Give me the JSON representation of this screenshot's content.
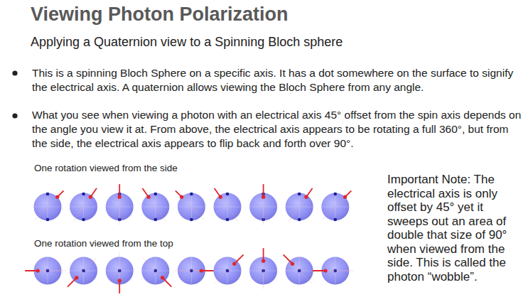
{
  "diagram": {
    "title": "Viewing Photon Polarization",
    "labels": [
      "Applying a Quaternion view to a Spinning Bloch sphere",
      "This is a spinning Bloch Sphere on a specific axis. It has a dot somewhere on the surface to signify the electrical axis. A quaternion allows viewing the Bloch Sphere from any angle.",
      "What you see when viewing a photon with an electrical axis 45° offset from the spin axis depends on the angle you view it at. From above, the electrical axis appears to be rotating a full 360°, but from the side, the electrical axis appears to flip back and forth over 90°.",
      "One rotation viewed from the side",
      "One rotation viewed from the top",
      "Important Note: The electrical axis is only offset by 45° yet it sweeps out an area of double that size of 90° when viewed from the side. This is called the photon “wobble”."
    ]
  }
}
